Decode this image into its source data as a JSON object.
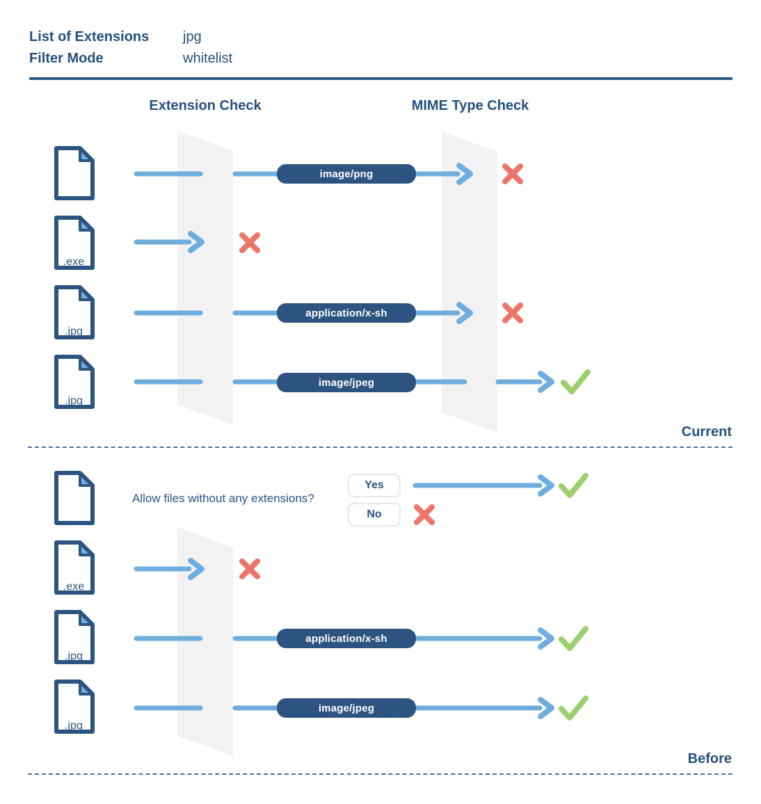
{
  "meta": {
    "extensions_label": "List of Extensions",
    "extensions_value": "jpg",
    "filter_mode_label": "Filter Mode",
    "filter_mode_value": "whitelist"
  },
  "columns": {
    "extension_check": "Extension Check",
    "mime_type_check": "MIME Type Check"
  },
  "current": {
    "section_label": "Current",
    "rows": [
      {
        "file_ext": "",
        "mime": "image/png",
        "result": "rejected-at-mime-check"
      },
      {
        "file_ext": ".exe",
        "mime": "",
        "result": "rejected-at-extension-check"
      },
      {
        "file_ext": ".jpg",
        "mime": "application/x-sh",
        "result": "rejected-at-mime-check"
      },
      {
        "file_ext": ".jpg",
        "mime": "image/jpeg",
        "result": "accepted"
      }
    ]
  },
  "before": {
    "section_label": "Before",
    "question": "Allow files without any extensions?",
    "yes_label": "Yes",
    "no_label": "No",
    "yes_result": "accepted",
    "no_result": "rejected",
    "rows": [
      {
        "file_ext": ".exe",
        "mime": "",
        "result": "rejected-at-extension-check"
      },
      {
        "file_ext": ".jpg",
        "mime": "application/x-sh",
        "result": "accepted"
      },
      {
        "file_ext": ".jpg",
        "mime": "image/jpeg",
        "result": "accepted"
      }
    ]
  },
  "colors": {
    "navy_text": "#23517e",
    "pill_background": "#2d5480",
    "arrow_blue": "#6fadde",
    "reject_red": "#ed7568",
    "accept_green": "#9ccf6d",
    "panel_gray": "#f2f2f2",
    "fold_blue": "#74aedd"
  }
}
